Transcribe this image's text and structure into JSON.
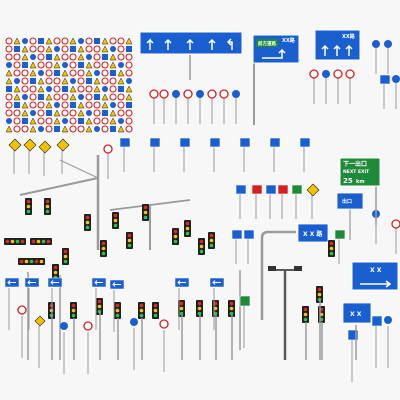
{
  "palette": {
    "sign_blue": "#1a5fd0",
    "sign_green": "#1e8a3a",
    "sign_red": "#d42020",
    "warning_yellow": "#f2c200",
    "pole_gray": "#9a9a9a",
    "signal_black": "#1f1f1f",
    "light_red": "#e02a1c",
    "light_yellow": "#f5c21a",
    "light_green": "#2ac24a",
    "background": "#f7f7f7"
  },
  "signs": {
    "top_guide_sign": {
      "text": "XX路"
    },
    "green_direction_sign": {
      "text": "前方道路"
    },
    "lane_sign_right": {
      "text": "XX路"
    },
    "exit_sign": {
      "line1": "下一出口",
      "line2": "NEXT EXIT",
      "distance": "25",
      "unit": "km"
    },
    "small_exit_sign": {
      "text": "出口"
    },
    "blue_road_name_sign": {
      "text": "X X 路"
    },
    "lower_right_blue_sign": {
      "text": "X X"
    },
    "bottom_blue_sign": {
      "text": "X X"
    }
  },
  "icons": [
    "traffic-light-icon",
    "arrow-up-icon",
    "arrow-left-icon",
    "arrow-right-icon",
    "triangle-warning-icon",
    "no-entry-icon",
    "parking-p-icon",
    "street-lamp-icon"
  ]
}
